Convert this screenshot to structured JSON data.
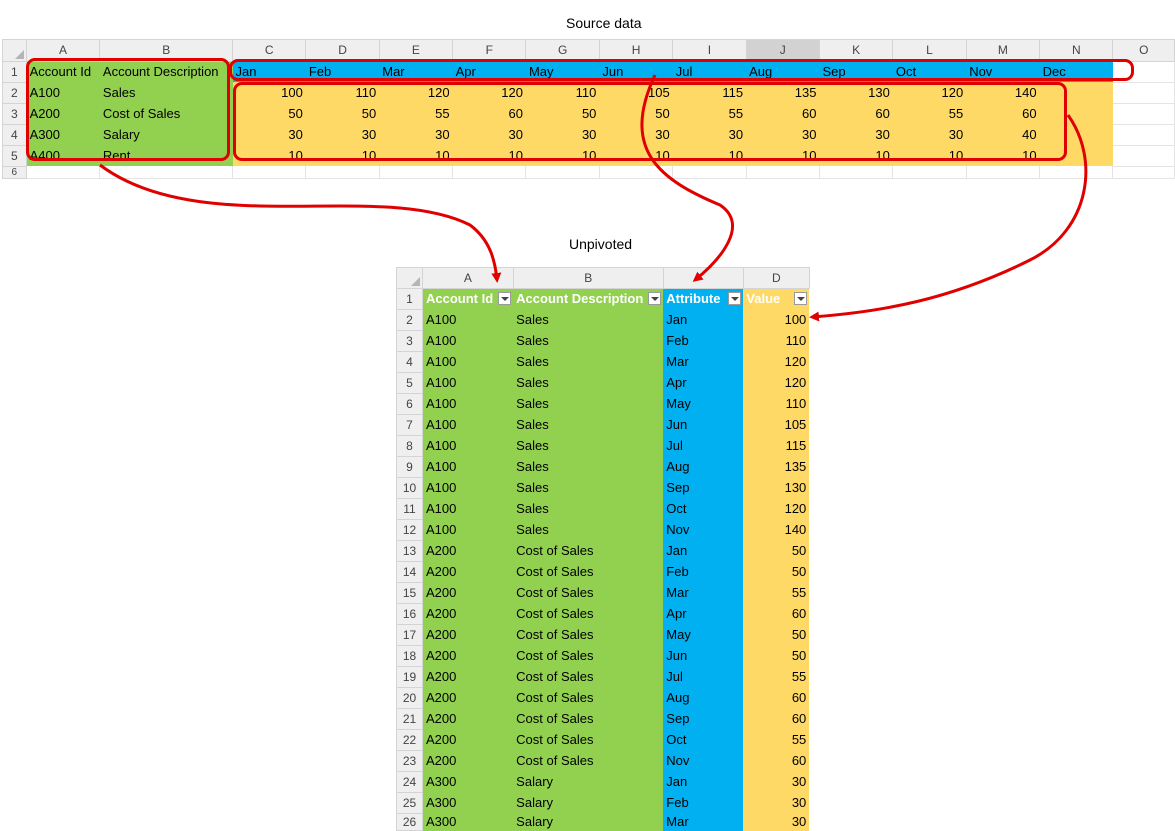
{
  "source": {
    "caption": "Source data",
    "col_headers": [
      "A",
      "B",
      "C",
      "D",
      "E",
      "F",
      "G",
      "H",
      "I",
      "J",
      "K",
      "L",
      "M",
      "N",
      "O"
    ],
    "row_numbers": [
      "1",
      "2",
      "3",
      "4",
      "5",
      "6"
    ],
    "header_row": {
      "account_id": "Account Id",
      "account_description": "Account Description",
      "months": [
        "Jan",
        "Feb",
        "Mar",
        "Apr",
        "May",
        "Jun",
        "Jul",
        "Aug",
        "Sep",
        "Oct",
        "Nov",
        "Dec"
      ]
    },
    "rows": [
      {
        "id": "A100",
        "desc": "Sales",
        "values": [
          "100",
          "110",
          "120",
          "120",
          "110",
          "105",
          "115",
          "135",
          "130",
          "120",
          "140"
        ]
      },
      {
        "id": "A200",
        "desc": "Cost of Sales",
        "values": [
          "50",
          "50",
          "55",
          "60",
          "50",
          "50",
          "55",
          "60",
          "60",
          "55",
          "60"
        ]
      },
      {
        "id": "A300",
        "desc": "Salary",
        "values": [
          "30",
          "30",
          "30",
          "30",
          "30",
          "30",
          "30",
          "30",
          "30",
          "30",
          "40"
        ]
      },
      {
        "id": "A400",
        "desc": "Rent",
        "values": [
          "10",
          "10",
          "10",
          "10",
          "10",
          "10",
          "10",
          "10",
          "10",
          "10",
          "10"
        ]
      }
    ]
  },
  "unpivoted": {
    "caption": "Unpivoted",
    "col_headers": [
      "A",
      "B",
      "",
      "D"
    ],
    "headers": {
      "account_id": "Account Id",
      "account_description": "Account Description",
      "attribute": "Attribute",
      "value": "Value"
    },
    "rows": [
      [
        "2",
        "A100",
        "Sales",
        "Jan",
        "100"
      ],
      [
        "3",
        "A100",
        "Sales",
        "Feb",
        "110"
      ],
      [
        "4",
        "A100",
        "Sales",
        "Mar",
        "120"
      ],
      [
        "5",
        "A100",
        "Sales",
        "Apr",
        "120"
      ],
      [
        "6",
        "A100",
        "Sales",
        "May",
        "110"
      ],
      [
        "7",
        "A100",
        "Sales",
        "Jun",
        "105"
      ],
      [
        "8",
        "A100",
        "Sales",
        "Jul",
        "115"
      ],
      [
        "9",
        "A100",
        "Sales",
        "Aug",
        "135"
      ],
      [
        "10",
        "A100",
        "Sales",
        "Sep",
        "130"
      ],
      [
        "11",
        "A100",
        "Sales",
        "Oct",
        "120"
      ],
      [
        "12",
        "A100",
        "Sales",
        "Nov",
        "140"
      ],
      [
        "13",
        "A200",
        "Cost of Sales",
        "Jan",
        "50"
      ],
      [
        "14",
        "A200",
        "Cost of Sales",
        "Feb",
        "50"
      ],
      [
        "15",
        "A200",
        "Cost of Sales",
        "Mar",
        "55"
      ],
      [
        "16",
        "A200",
        "Cost of Sales",
        "Apr",
        "60"
      ],
      [
        "17",
        "A200",
        "Cost of Sales",
        "May",
        "50"
      ],
      [
        "18",
        "A200",
        "Cost of Sales",
        "Jun",
        "50"
      ],
      [
        "19",
        "A200",
        "Cost of Sales",
        "Jul",
        "55"
      ],
      [
        "20",
        "A200",
        "Cost of Sales",
        "Aug",
        "60"
      ],
      [
        "21",
        "A200",
        "Cost of Sales",
        "Sep",
        "60"
      ],
      [
        "22",
        "A200",
        "Cost of Sales",
        "Oct",
        "55"
      ],
      [
        "23",
        "A200",
        "Cost of Sales",
        "Nov",
        "60"
      ],
      [
        "24",
        "A300",
        "Salary",
        "Jan",
        "30"
      ],
      [
        "25",
        "A300",
        "Salary",
        "Feb",
        "30"
      ],
      [
        "26",
        "A300",
        "Salary",
        "Mar",
        "30"
      ]
    ]
  },
  "colors": {
    "green": "#92d050",
    "yellow": "#ffd966",
    "blue": "#00b0f0",
    "highlight": "#e00000"
  }
}
